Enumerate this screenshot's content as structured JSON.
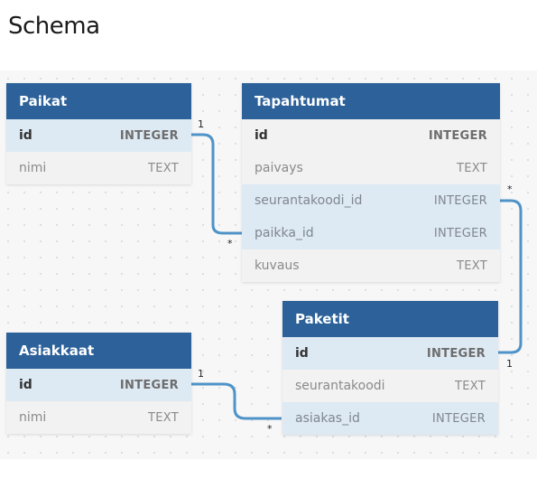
{
  "title": "Schema",
  "tables": {
    "paikat": {
      "name": "Paikat",
      "columns": [
        {
          "name": "id",
          "type": "INTEGER"
        },
        {
          "name": "nimi",
          "type": "TEXT"
        }
      ]
    },
    "tapahtumat": {
      "name": "Tapahtumat",
      "columns": [
        {
          "name": "id",
          "type": "INTEGER"
        },
        {
          "name": "paivays",
          "type": "TEXT"
        },
        {
          "name": "seurantakoodi_id",
          "type": "INTEGER"
        },
        {
          "name": "paikka_id",
          "type": "INTEGER"
        },
        {
          "name": "kuvaus",
          "type": "TEXT"
        }
      ]
    },
    "paketit": {
      "name": "Paketit",
      "columns": [
        {
          "name": "id",
          "type": "INTEGER"
        },
        {
          "name": "seurantakoodi",
          "type": "TEXT"
        },
        {
          "name": "asiakas_id",
          "type": "INTEGER"
        }
      ]
    },
    "asiakkaat": {
      "name": "Asiakkaat",
      "columns": [
        {
          "name": "id",
          "type": "INTEGER"
        },
        {
          "name": "nimi",
          "type": "TEXT"
        }
      ]
    }
  },
  "cardinality": {
    "paikat_one": "1",
    "tapahtumat_paikka_many": "*",
    "tapahtumat_seuranta_many": "*",
    "paketit_one": "1",
    "asiakkaat_one": "1",
    "paketit_asiakas_many": "*"
  },
  "colors": {
    "header": "#2c6199",
    "link_row": "#dde9f3",
    "connector": "#4f93c8"
  }
}
